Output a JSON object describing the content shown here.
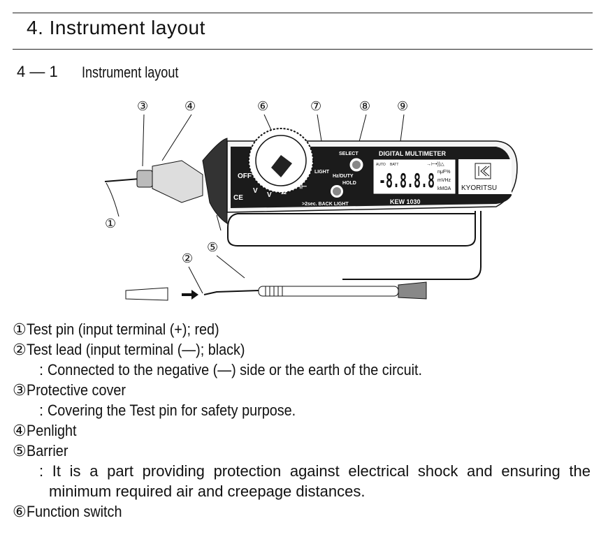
{
  "header": {
    "section_title": "4. Instrument layout",
    "subsection_number": "4 — 1",
    "subsection_title": "Instrument layout"
  },
  "diagram": {
    "callouts": [
      "①",
      "②",
      "③",
      "④",
      "⑤",
      "⑥",
      "⑦",
      "⑧",
      "⑨"
    ],
    "dial_off": "OFF",
    "dial_v_dc": "V",
    "dial_v_ac": "V",
    "dial_ohm": "Ω",
    "dial_cap": "⊣⊢",
    "light_label": "LIGHT",
    "select_label": "SELECT",
    "hz_duty_label": "Hz/DUTY",
    "hold_label": "HOLD",
    "backlight_label": ">2sec. BACK LIGHT",
    "lcd_header": "DIGITAL MULTIMETER",
    "lcd_auto": "AUTO",
    "lcd_batt": "BATT",
    "lcd_digits": "-8.8.8.8",
    "lcd_units_1": "nμF%",
    "lcd_units_2": "mVHz",
    "lcd_units_3": "kMΩA",
    "lcd_symbols": "→⊢•))△",
    "brand": "KYORITSU",
    "model": "KEW 1030",
    "ce_mark": "CE"
  },
  "items": [
    {
      "num": "①",
      "label": "Test pin (input terminal (+); red)"
    },
    {
      "num": "②",
      "label": "Test lead (input terminal (—); black)",
      "desc": "Connected to the negative (—) side or the earth of the circuit."
    },
    {
      "num": "③",
      "label": " Protective cover",
      "desc": "Covering the Test pin for safety purpose."
    },
    {
      "num": "④",
      "label": " Penlight"
    },
    {
      "num": "⑤",
      "label": " Barrier",
      "desc": "It is a part providing protection against electrical shock and ensuring the minimum required air and creepage distances."
    },
    {
      "num": "⑥",
      "label": " Function switch"
    }
  ],
  "desc_prefix": ":"
}
